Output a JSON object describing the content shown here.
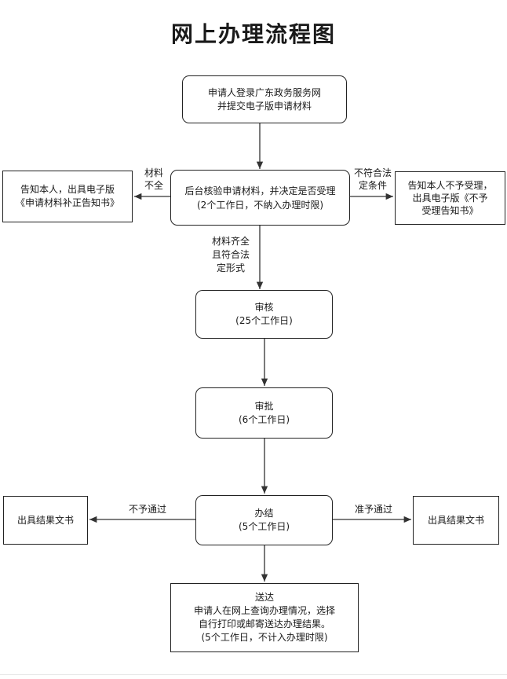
{
  "title": "网上办理流程图",
  "nodes": {
    "login": [
      "申请人登录广东政务服务网",
      "并提交电子版申请材料"
    ],
    "review": [
      "后台核验申请材料，并决定是否受理",
      "(2个工作日，不纳入办理时限)"
    ],
    "incomplete_notice": [
      "告知本人，出具电子版",
      "《申请材料补正告知书》"
    ],
    "reject_notice": [
      "告知本人不予受理，",
      "出具电子版《不予",
      "受理告知书》"
    ],
    "audit": [
      "审核",
      "(25个工作日)"
    ],
    "approve": [
      "审批",
      "(6个工作日)"
    ],
    "conclude": [
      "办结",
      "(5个工作日)"
    ],
    "result_left": "出具结果文书",
    "result_right": "出具结果文书",
    "delivery": [
      "送达",
      "申请人在网上查询办理情况，选择",
      "自行打印或邮寄送达办理结果。",
      "(5个工作日，不计入办理时限)"
    ]
  },
  "edge_labels": {
    "incomplete": [
      "材料",
      "不全"
    ],
    "not_legal": [
      "不符合法",
      "定条件"
    ],
    "complete": [
      "材料齐全",
      "且符合法",
      "定形式"
    ],
    "not_passed": "不予通过",
    "passed": "准予通过"
  }
}
